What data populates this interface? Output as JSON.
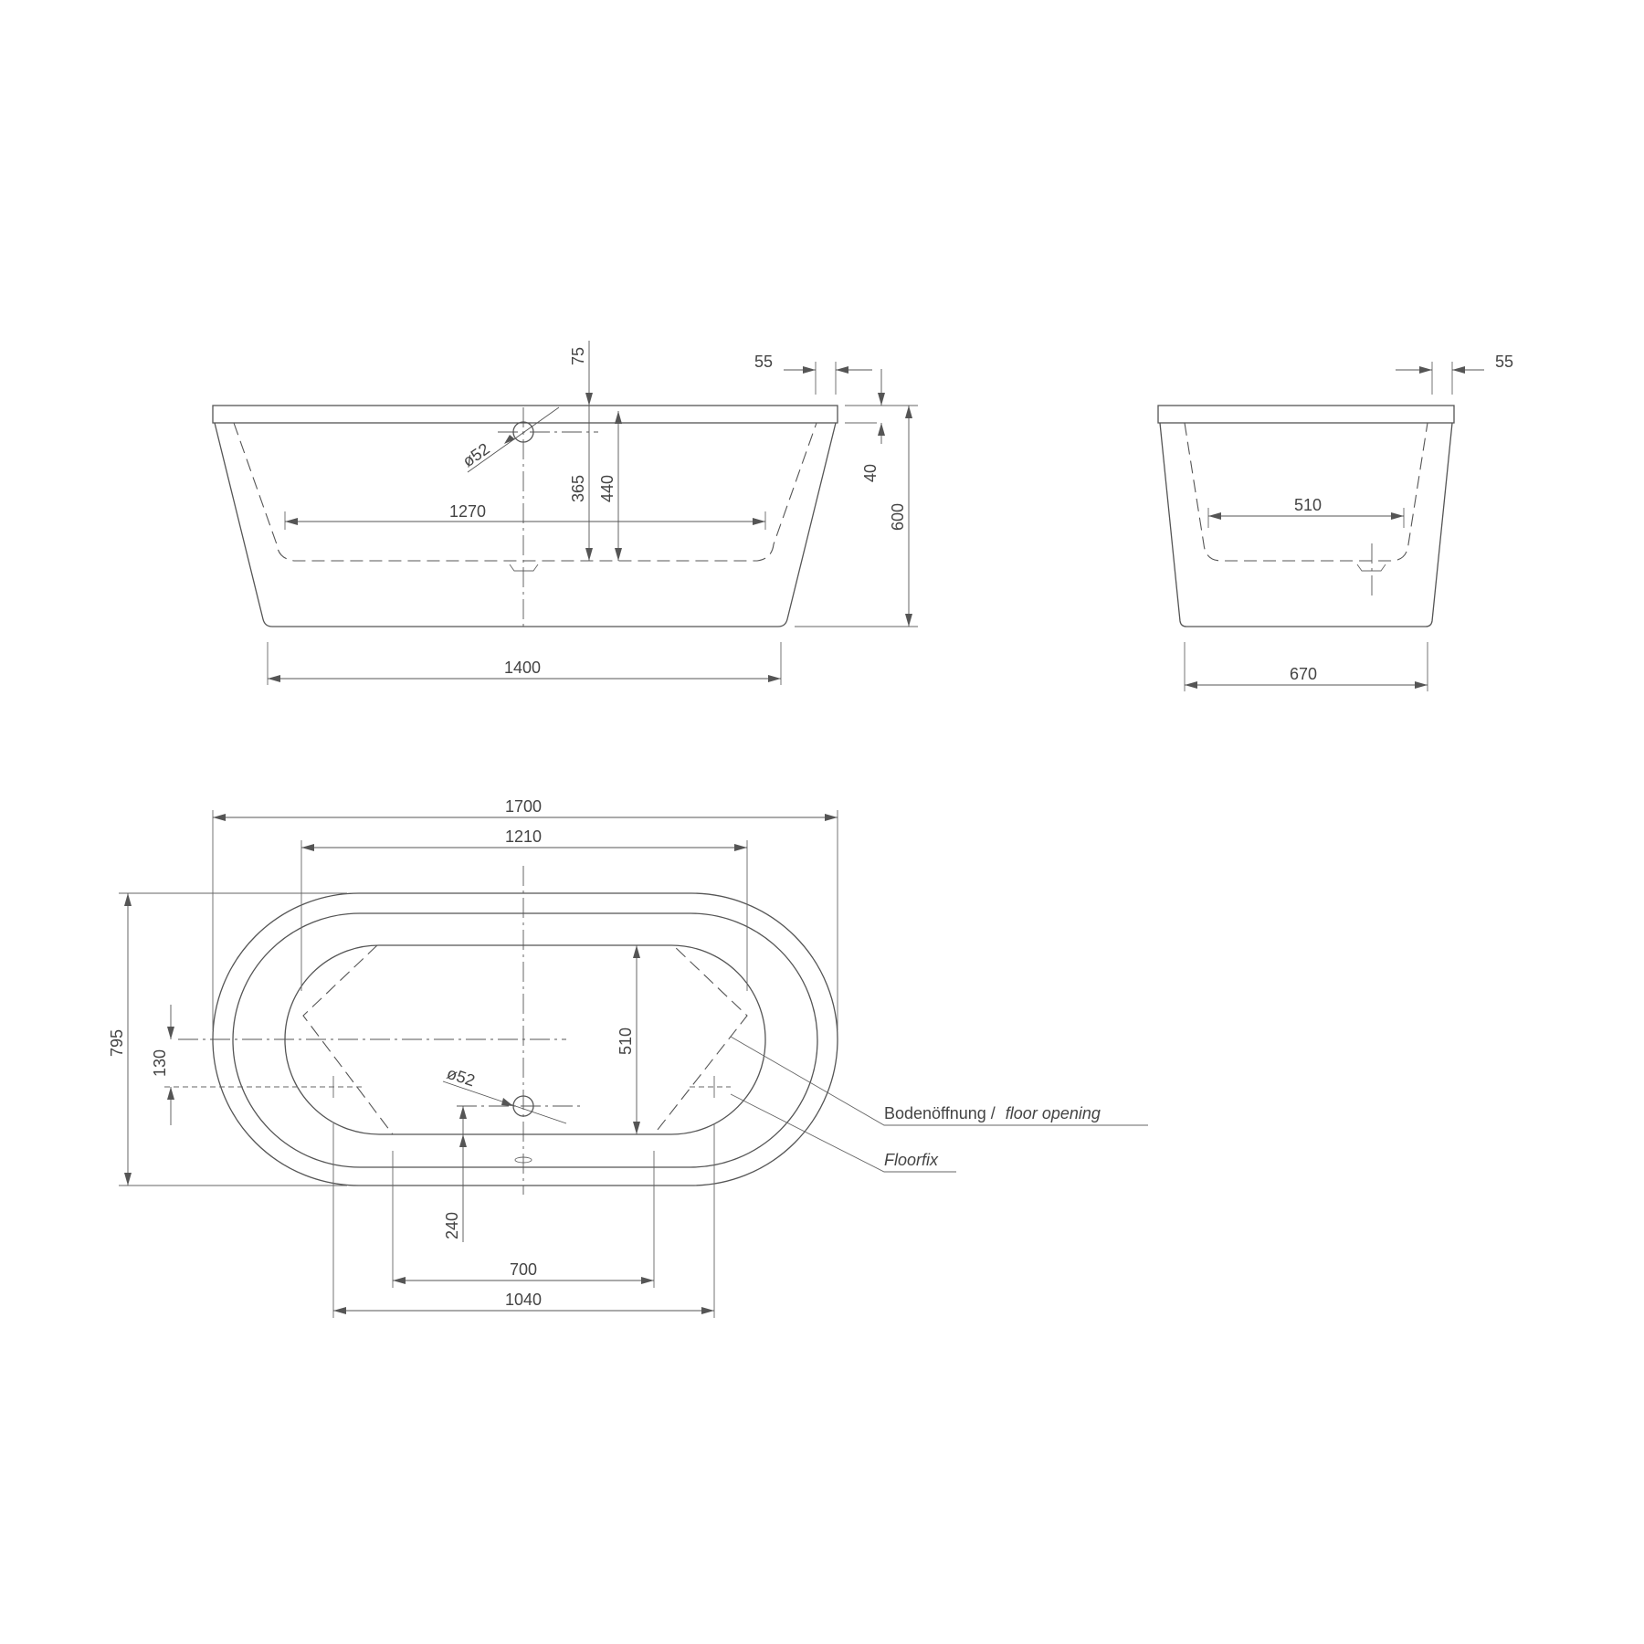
{
  "colors": {
    "line": "#555555",
    "text": "#444444",
    "background": "#ffffff"
  },
  "front_view": {
    "d_75": "75",
    "d_55": "55",
    "d_diameter": "ø52",
    "d_365": "365",
    "d_440": "440",
    "d_40": "40",
    "d_600": "600",
    "d_1270": "1270",
    "d_1400": "1400"
  },
  "side_view": {
    "d_55": "55",
    "d_510": "510",
    "d_670": "670"
  },
  "top_view": {
    "d_1700": "1700",
    "d_1210": "1210",
    "d_795": "795",
    "d_130": "130",
    "d_510": "510",
    "d_diameter": "ø52",
    "d_240": "240",
    "d_700": "700",
    "d_1040": "1040",
    "label_floor_opening_de": "Bodenöffnung /",
    "label_floor_opening_en": "floor opening",
    "label_floorfix": "Floorfix"
  }
}
